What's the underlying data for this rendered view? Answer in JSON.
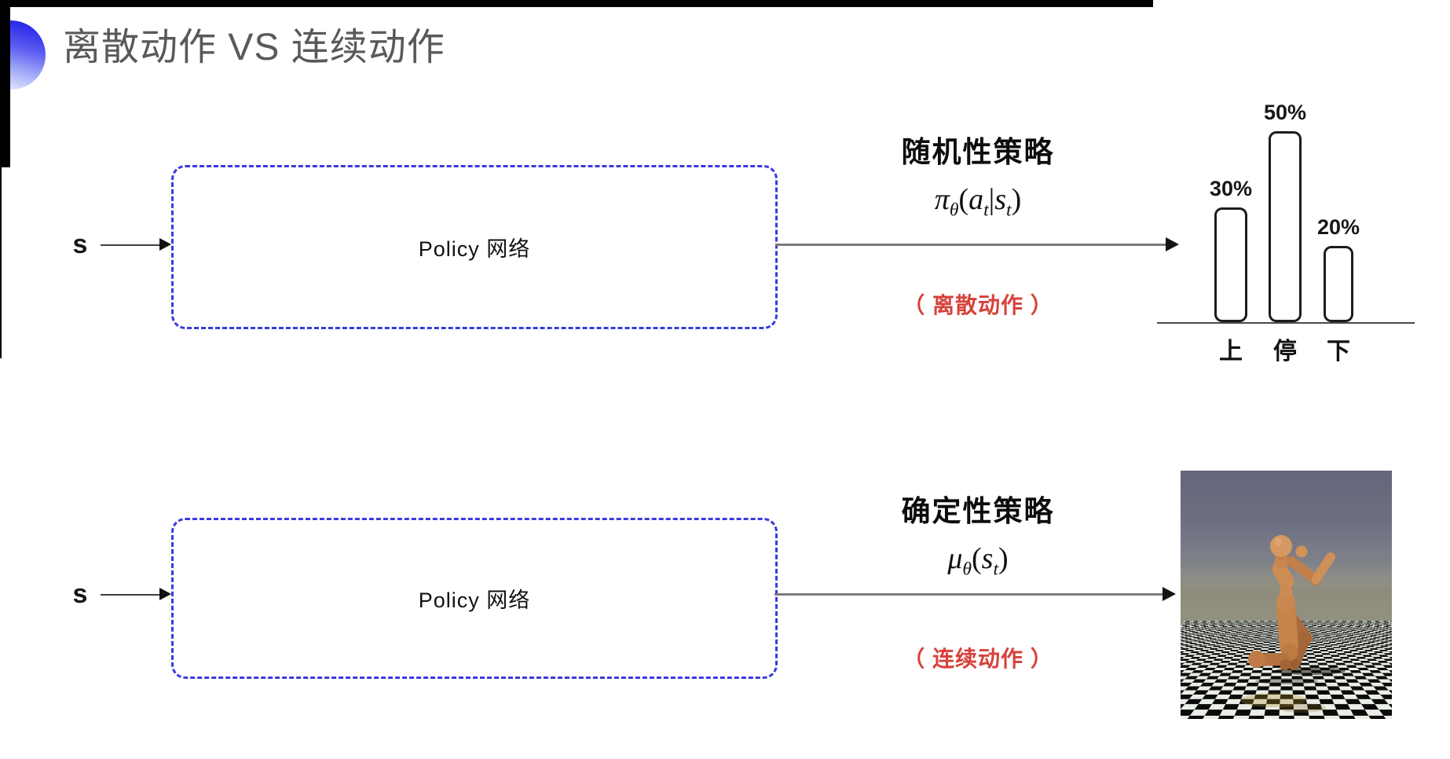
{
  "header": {
    "title": "离散动作 VS 连续动作",
    "bullet_icon": "blue-sphere-bullet-icon"
  },
  "rows": [
    {
      "input_label": "s",
      "box_label": "Policy 网络",
      "policy_title": "随机性策略",
      "action_note": "（ 离散动作 ）"
    },
    {
      "input_label": "s",
      "box_label": "Policy 网络",
      "policy_title": "确定性策略",
      "action_note": "（ 连续动作 ）"
    }
  ],
  "formulas": {
    "stochastic": {
      "symbol": "π",
      "symbol_sub": "θ",
      "open": "(",
      "arg1": "a",
      "arg1_sub": "t",
      "bar": "|",
      "arg2": "s",
      "arg2_sub": "t",
      "close": ")"
    },
    "deterministic": {
      "symbol": "μ",
      "symbol_sub": "θ",
      "open": "(",
      "arg": "s",
      "arg_sub": "t",
      "close": ")"
    }
  },
  "chart_data": {
    "type": "bar",
    "title": "",
    "categories": [
      "上",
      "停",
      "下"
    ],
    "values": [
      30,
      50,
      20
    ],
    "value_labels": [
      "30%",
      "50%",
      "20%"
    ],
    "xlabel": "",
    "ylabel": "",
    "ylim": [
      0,
      50
    ],
    "grid": false,
    "legend": "none",
    "bar_style": "white fill, black rounded outline"
  },
  "colors": {
    "accent_blue_dash": "#3a3ae0",
    "title_gray": "#58595c",
    "note_red": "#d6423b",
    "bar_outline": "#1c1c1c",
    "arrow_gray": "#7b7b7b",
    "frame_black": "#000000"
  }
}
